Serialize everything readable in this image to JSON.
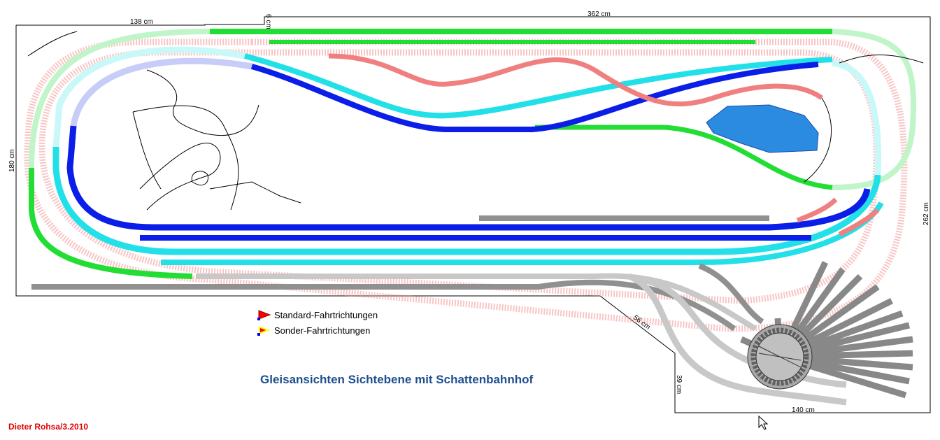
{
  "title": "Gleisansichten Sichtebene mit Schattenbahnhof",
  "author": "Dieter Rohsa/3.2010",
  "dimensions": {
    "top_left": "138 cm",
    "top_small": "6 cm",
    "top_right": "362 cm",
    "left": "180 cm",
    "right": "262 cm",
    "diagonal": "56 cm",
    "inner_vertical": "39 cm",
    "bottom": "140 cm"
  },
  "legend": [
    {
      "label": "Standard-Fahrtrichtungen",
      "icon": "red-flag-icon",
      "color": "#ff0000"
    },
    {
      "label": "Sonder-Fahrtrichtungen",
      "icon": "yellow-red-flag-icon",
      "color": "#ffff00"
    }
  ],
  "colors": {
    "green": "#22dd33",
    "light_green": "#bff5c8",
    "cyan": "#22e0e8",
    "blue": "#0a1ee8",
    "pink": "#f08080",
    "grey": "#909090",
    "light_grey": "#c8c8c8",
    "title": "#1f4f8f",
    "author": "#e00000"
  }
}
